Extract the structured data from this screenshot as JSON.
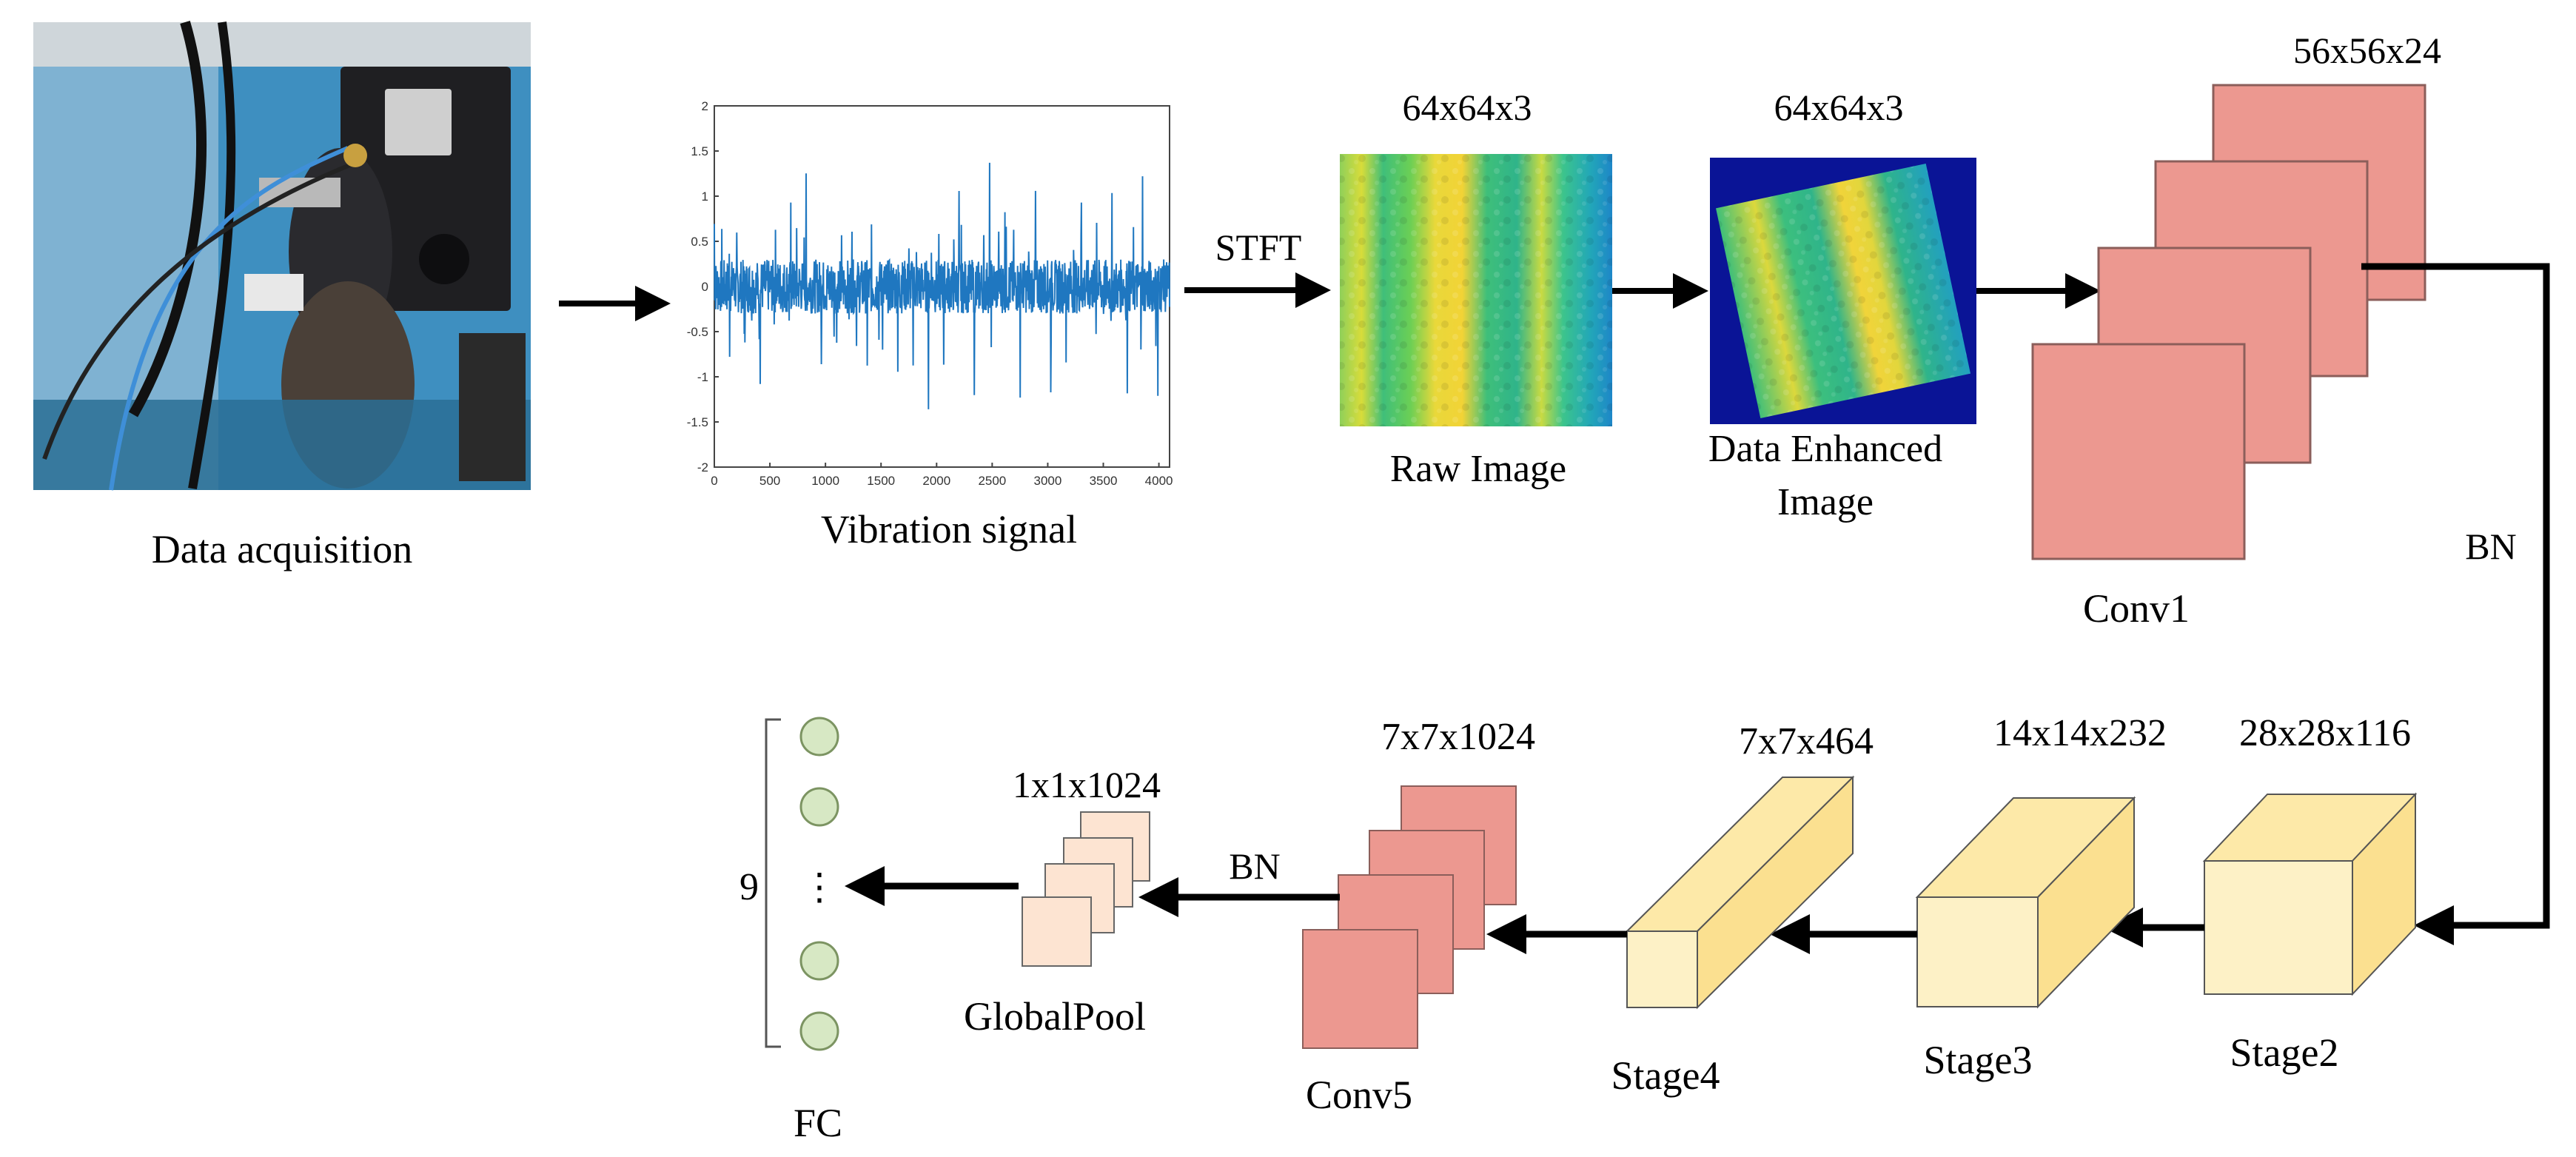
{
  "labels": {
    "data_acquisition": "Data acquisition",
    "vibration_signal": "Vibration signal",
    "stft": "STFT",
    "raw_dims": "64x64x3",
    "raw_image": "Raw Image",
    "enh_dims": "64x64x3",
    "data_enhanced_1": "Data Enhanced",
    "data_enhanced_2": "Image",
    "conv1_dims": "56x56x24",
    "conv1": "Conv1",
    "bn_right": "BN",
    "stage2_dims": "28x28x116",
    "stage2": "Stage2",
    "stage3_dims": "14x14x232",
    "stage3": "Stage3",
    "stage4_dims": "7x7x464",
    "stage4": "Stage4",
    "conv5_dims": "7x7x1024",
    "conv5": "Conv5",
    "bn_bottom": "BN",
    "pool_dims": "1x1x1024",
    "global_pool": "GlobalPool",
    "fc_count": "9",
    "fc_ellipsis": "⋮",
    "fc": "FC"
  },
  "signal_axis": {
    "x_ticks": [
      "0",
      "500",
      "1000",
      "1500",
      "2000",
      "2500",
      "3000",
      "3500",
      "4000"
    ],
    "y_ticks": [
      "2",
      "1.5",
      "1",
      "0.5",
      "0",
      "-0.5",
      "-1",
      "-1.5",
      "-2"
    ]
  },
  "colors": {
    "conv_fill": "#ec9890",
    "conv_stroke": "#8b5e5a",
    "stage_front": "#fdf1c6",
    "stage_top": "#fde9a8",
    "stage_side": "#fbe090",
    "pool_fill": "#fde4d2",
    "node_fill": "#d7e8c4",
    "node_stroke": "#7c9462",
    "signal": "#1f77c0",
    "arrow": "#000000"
  },
  "icons": {
    "photo": "machine-photo",
    "spectrogram": "spectrogram-image"
  }
}
